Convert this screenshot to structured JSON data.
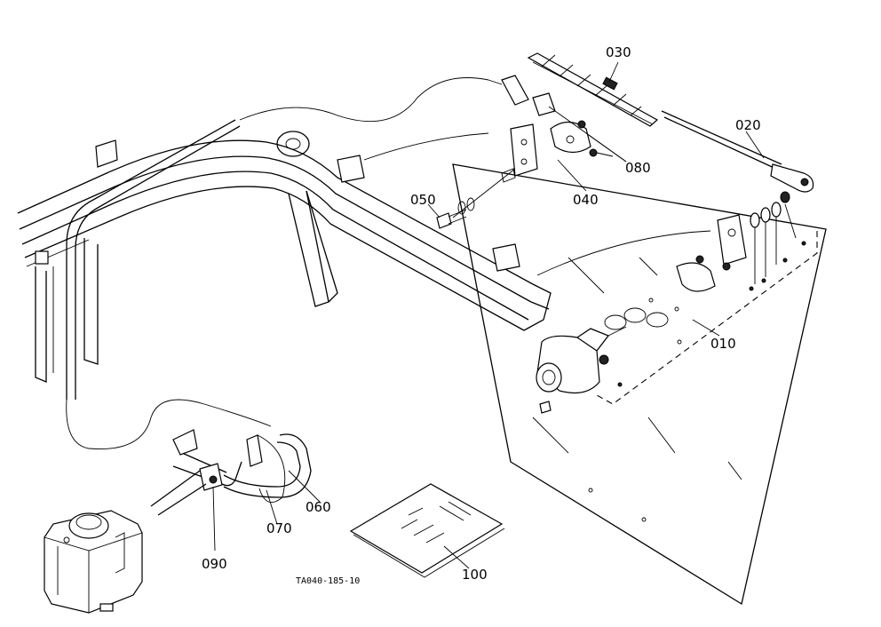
{
  "diagram": {
    "code": "TA040-185-10",
    "labels": {
      "p010": "010",
      "p020": "020",
      "p030": "030",
      "p040": "040",
      "p050": "050",
      "p060": "060",
      "p070": "070",
      "p080": "080",
      "p090": "090",
      "p100": "100"
    }
  }
}
